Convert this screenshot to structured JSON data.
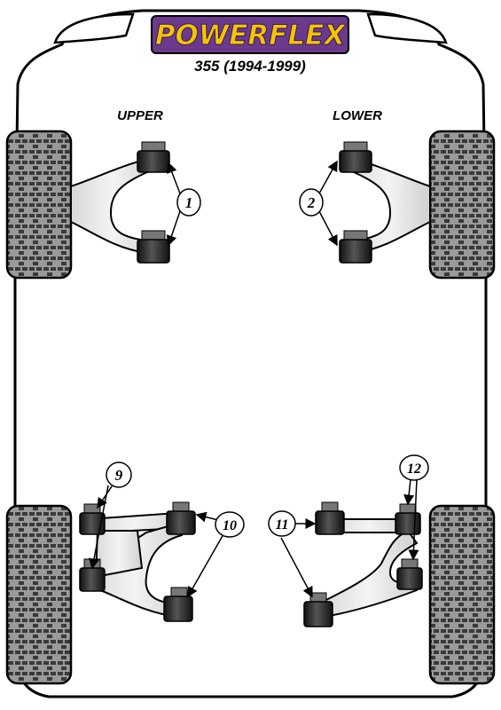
{
  "brand": {
    "logo_text": "POWERFLEX",
    "model": "355 (1994-1999)"
  },
  "sections": {
    "upper": "UPPER",
    "lower": "LOWER"
  },
  "callouts": [
    "1",
    "2",
    "9",
    "10",
    "11",
    "12"
  ],
  "colors": {
    "logo_bg": "#6b3a8c",
    "logo_text": "#f5c500",
    "bush_fill": "#2a2a2a",
    "arm_fill": "#e6e6e6",
    "tyre_fill": "#8a8a8a"
  }
}
